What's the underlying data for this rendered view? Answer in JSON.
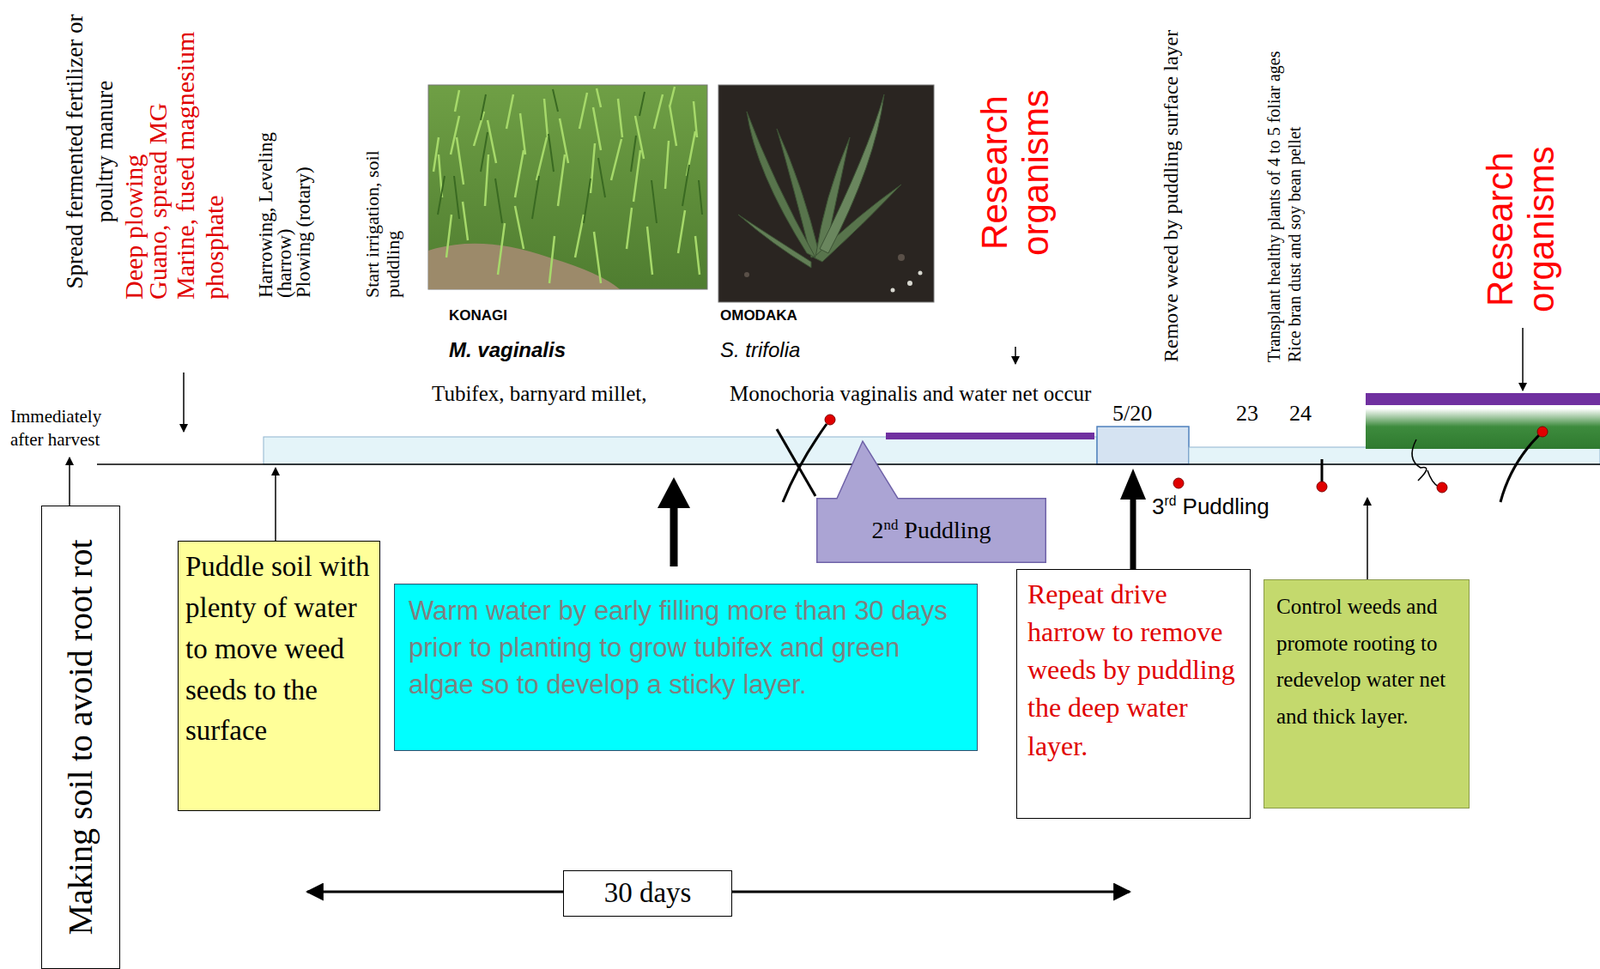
{
  "diagram": {
    "nodes": [
      {
        "text": [
          "Making soil to avoid root rot"
        ]
      },
      {
        "text": [
          "Puddle soil with plenty of water to move weed seeds to the surface"
        ]
      },
      {
        "text": [
          "Warm water by early filling more than 30 days prior to planting to grow tubifex and green algae so to develop a sticky layer."
        ]
      },
      {
        "text": [
          "2nd Puddling"
        ]
      },
      {
        "text": [
          "Repeat drive harrow to remove weeds by puddling the deep water layer."
        ]
      },
      {
        "text": [
          "Control weeds and promote rooting to redevelop water net and thick layer."
        ]
      },
      {
        "text": [
          "30 days"
        ]
      }
    ],
    "labels": [
      "Immediately after harvest",
      "Spread fermented fertilizer or poultry manure",
      "Deep plowing",
      "Guano, spread MG",
      "Marine, fused magnesium phosphate",
      "Harrowing, Leveling (harrow)",
      "Plowing (rotary)",
      "Start irrigation, soil puddling",
      "KONAGI",
      "M. vaginalis",
      "OMODAKA",
      "S. trifolia",
      "Research organisms",
      "Tubifex, barnyard millet,",
      "Monochoria vaginalis and water net occur",
      "Remove weed by puddling surface layer",
      "Transplant healthy plants of 4 to 5 foliar ages",
      "Rice bran dust and soy bean pellet",
      "5/20",
      "23",
      "24",
      "3rd Puddling",
      "Research organisms"
    ]
  }
}
